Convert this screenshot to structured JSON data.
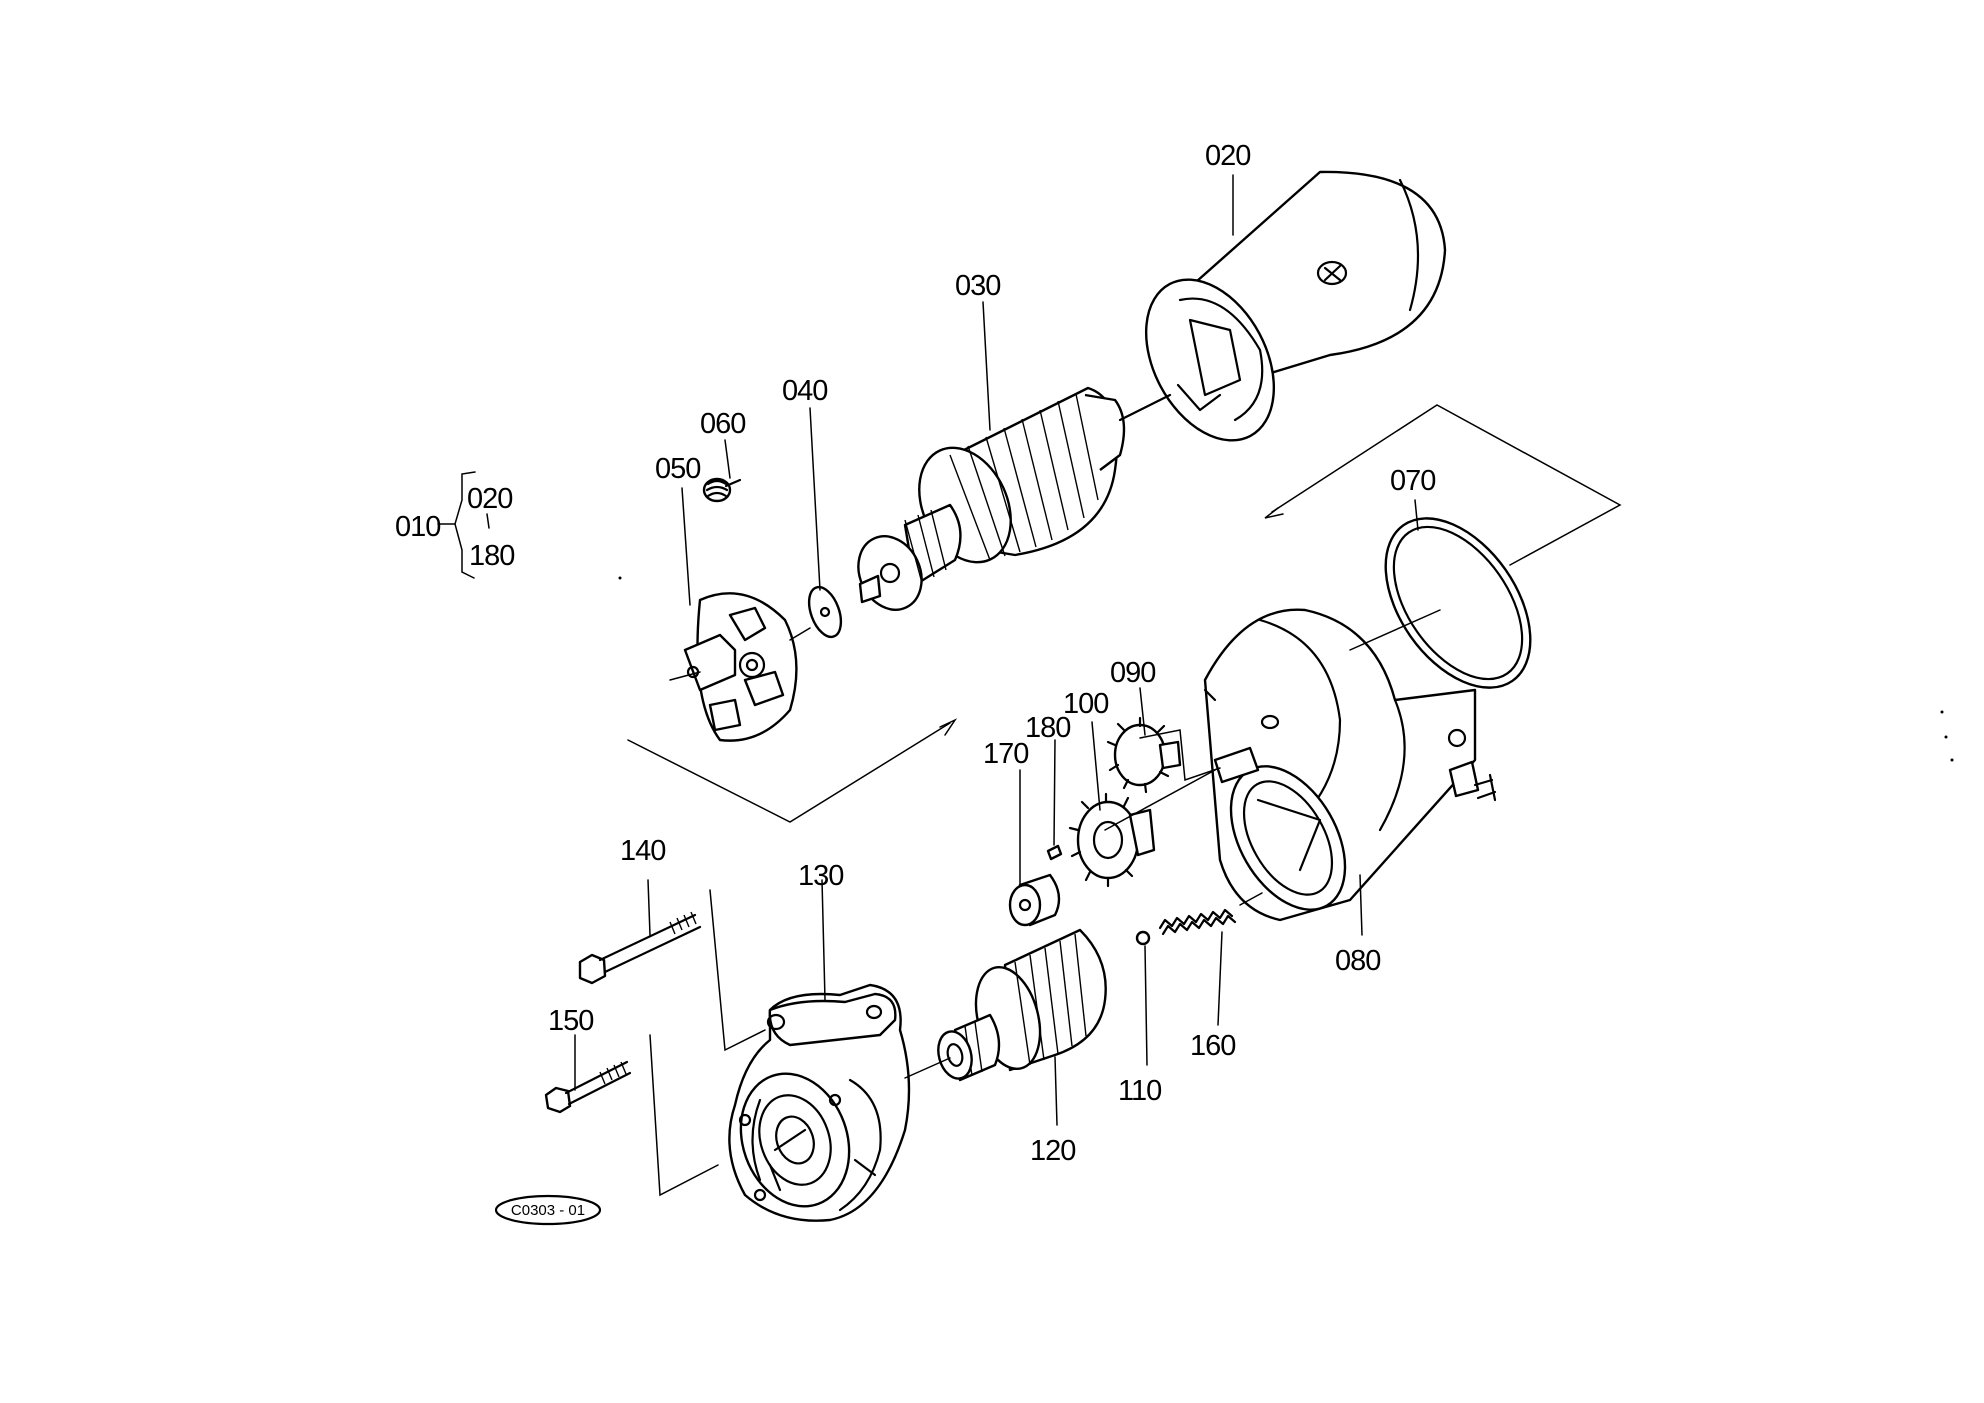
{
  "labels": {
    "p010": "010",
    "p020": "020",
    "p020b": "020",
    "p030": "030",
    "p040": "040",
    "p050": "050",
    "p060": "060",
    "p070": "070",
    "p080": "080",
    "p090": "090",
    "p100": "100",
    "p110": "110",
    "p120": "120",
    "p130": "130",
    "p140": "140",
    "p150": "150",
    "p160": "160",
    "p170": "170",
    "p180": "180",
    "p180b": "180"
  },
  "drawing_ref": "C0303 - 01"
}
